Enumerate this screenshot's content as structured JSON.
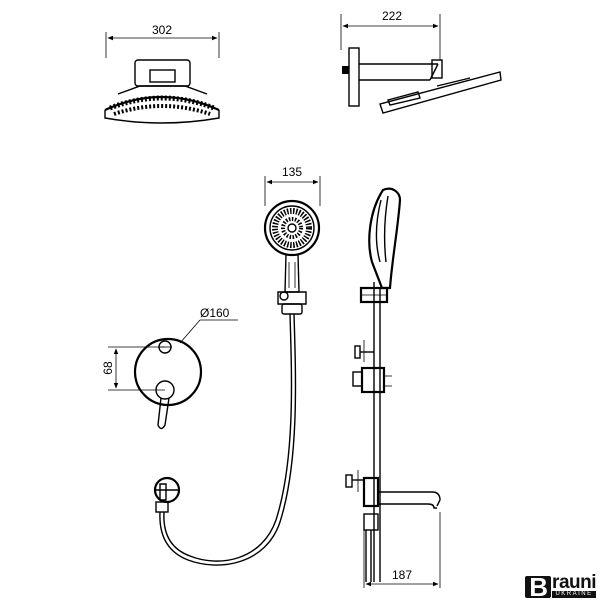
{
  "dimensions": {
    "overhead_width": "302",
    "arm_length": "222",
    "handshower_width": "135",
    "plate_diameter": "Ø160",
    "valve_spacing": "68",
    "spout_length": "187"
  },
  "logo": {
    "letter": "B",
    "text": "rauni",
    "sub": "UKRAINE"
  },
  "colors": {
    "line": "#000000",
    "background": "#ffffff"
  }
}
